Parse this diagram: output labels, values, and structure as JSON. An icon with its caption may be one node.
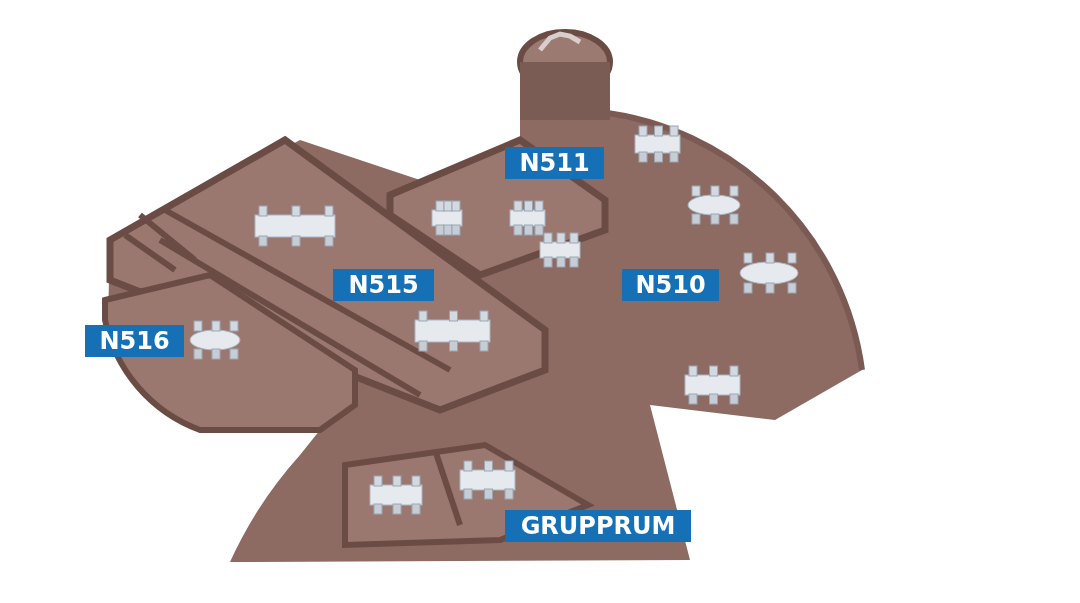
{
  "diagram": {
    "nodes": [
      {
        "text": [
          "N511"
        ]
      },
      {
        "text": [
          "N515"
        ]
      },
      {
        "text": [
          "N510"
        ]
      },
      {
        "text": [
          "N516"
        ]
      },
      {
        "text": [
          "GRUPPRUM"
        ]
      }
    ]
  }
}
